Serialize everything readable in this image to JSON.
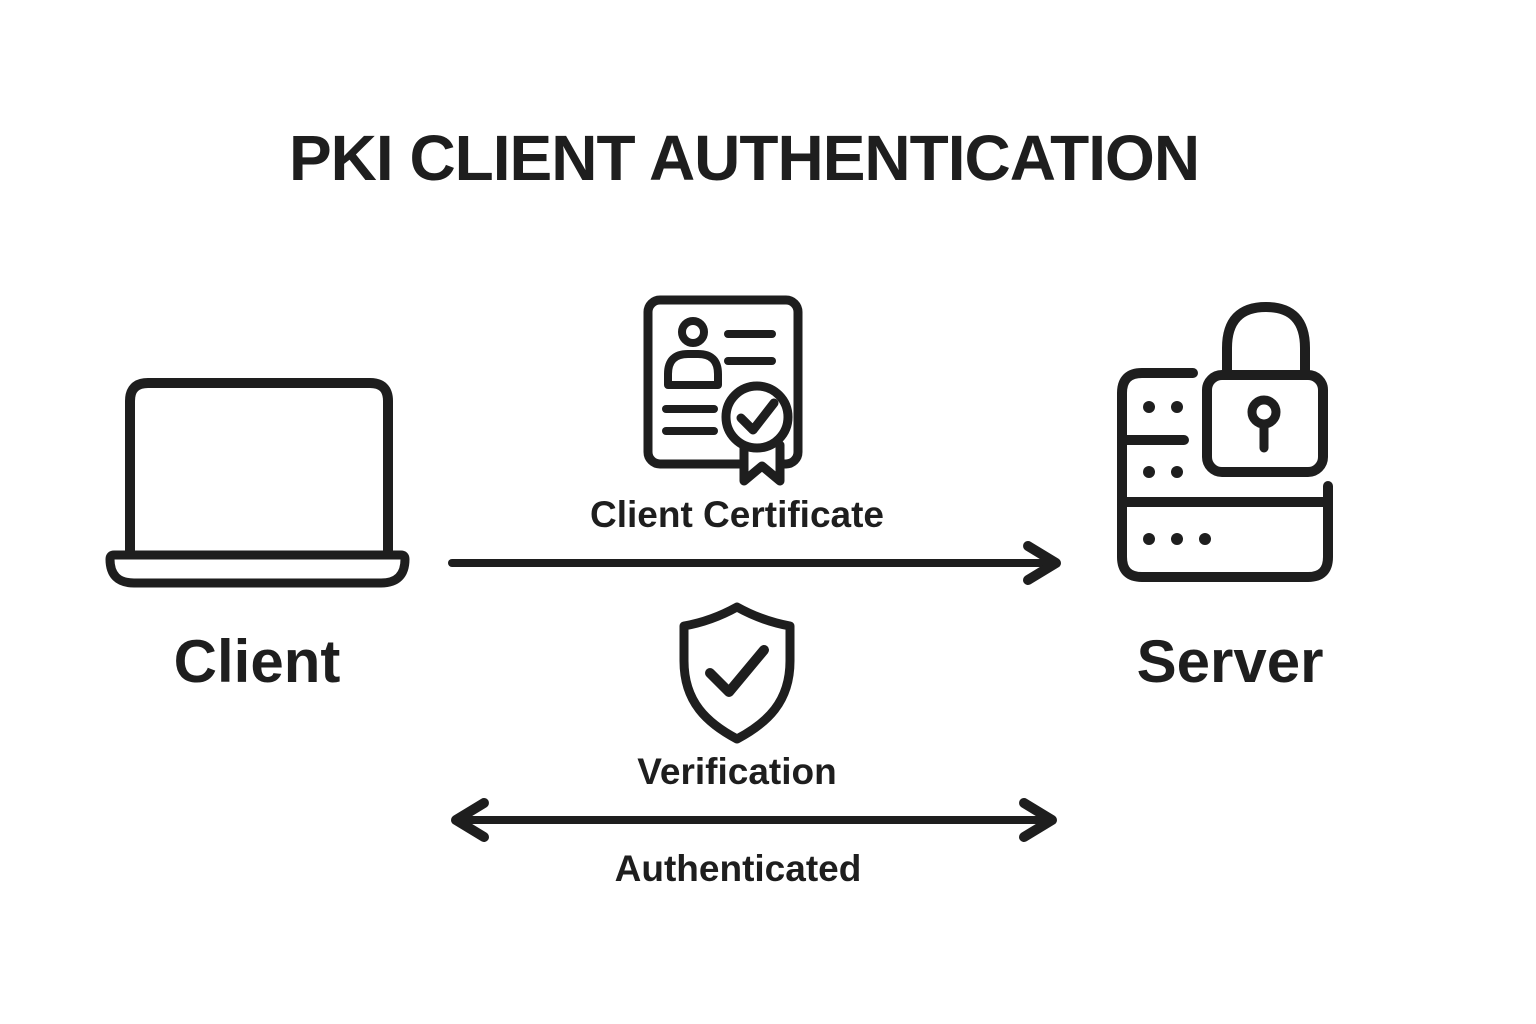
{
  "title": "PKI CLIENT AUTHENTICATION",
  "colors": {
    "background": "#ffffff",
    "ink": "#1e1e1e"
  },
  "diagram": {
    "client": {
      "label": "Client",
      "icon": "laptop-icon"
    },
    "server": {
      "label": "Server",
      "icon": "server-lock-icon"
    },
    "flows": {
      "certificate": {
        "label": "Client Certificate",
        "icon": "certificate-icon",
        "direction": "left-to-right",
        "from": "Client",
        "to": "Server"
      },
      "verification": {
        "label": "Verification",
        "icon": "shield-check-icon",
        "direction": "bidirectional"
      },
      "authenticated": {
        "label": "Authenticated",
        "direction": "none"
      }
    }
  }
}
